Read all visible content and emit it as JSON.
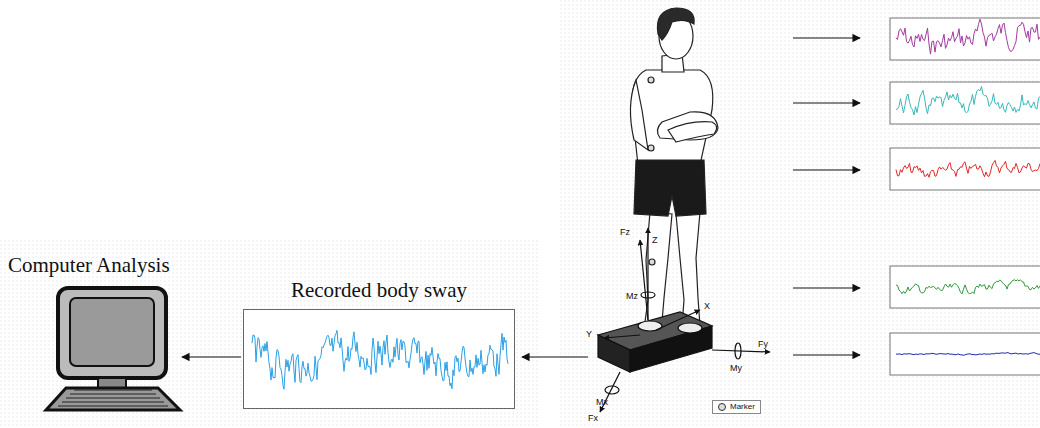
{
  "diagram": {
    "nodes": [
      {
        "text": [
          "Computer Analysis"
        ]
      },
      {
        "text": [
          "Recorded body sway"
        ]
      }
    ],
    "edges": [
      {
        "from": 1,
        "to": 0,
        "arrow": "to"
      }
    ],
    "labels": [
      "Fz",
      "Z",
      "Mz",
      "X",
      "Y",
      "Fy",
      "My",
      "Mx",
      "Fx"
    ],
    "legend": [
      {
        "text": "Marker"
      }
    ]
  }
}
